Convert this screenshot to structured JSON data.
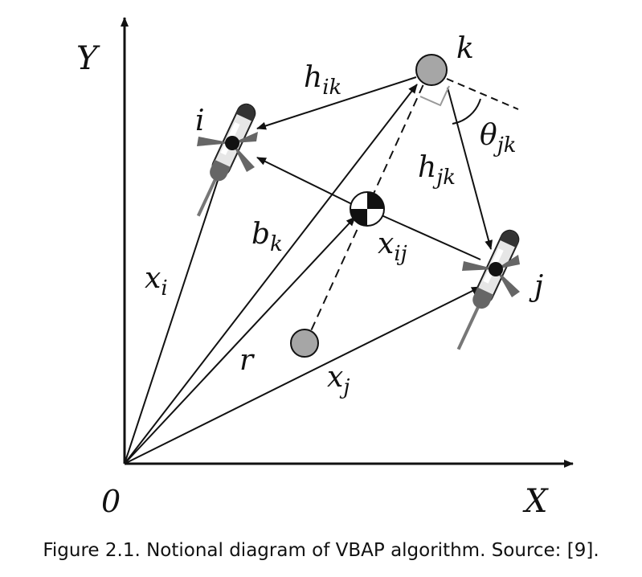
{
  "axes": {
    "y_label": "Y",
    "x_label": "X",
    "origin_label": "0"
  },
  "nodes": {
    "i": "i",
    "j": "j",
    "k": "k"
  },
  "vectors": {
    "h_ik": "h",
    "h_ik_sub": "ik",
    "h_jk": "h",
    "h_jk_sub": "jk",
    "theta_jk": "θ",
    "theta_jk_sub": "jk",
    "b_k": "b",
    "b_k_sub": "k",
    "x_i": "x",
    "x_i_sub": "i",
    "x_j": "x",
    "x_j_sub": "j",
    "x_ij": "x",
    "x_ij_sub": "ij",
    "r": "r"
  },
  "caption": "Figure 2.1. Notional diagram of VBAP algorithm. Source: [9]."
}
